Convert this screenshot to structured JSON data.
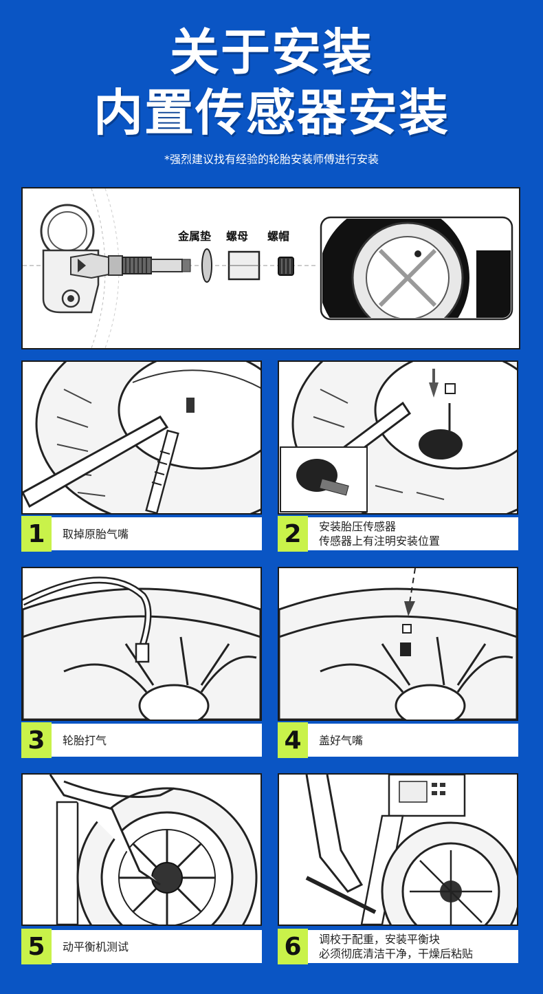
{
  "header": {
    "title_line1": "关于安装",
    "title_line2": "内置传感器安装",
    "subtitle": "*强烈建议找有经验的轮胎安装师傅进行安装"
  },
  "diagram": {
    "labels": {
      "washer": "金属垫",
      "nut": "螺母",
      "cap": "螺帽"
    }
  },
  "steps": [
    {
      "number": "1",
      "line1": "取掉原胎气嘴",
      "line2": ""
    },
    {
      "number": "2",
      "line1": "安装胎压传感器",
      "line2": "传感器上有注明安装位置"
    },
    {
      "number": "3",
      "line1": "轮胎打气",
      "line2": ""
    },
    {
      "number": "4",
      "line1": "盖好气嘴",
      "line2": ""
    },
    {
      "number": "5",
      "line1": "动平衡机测试",
      "line2": ""
    },
    {
      "number": "6",
      "line1": "调校于配重，安装平衡块",
      "line2": "必须彻底清洁干净，干燥后粘贴"
    }
  ],
  "colors": {
    "background": "#0a55c4",
    "number_badge": "#c9f24a",
    "panel": "#ffffff"
  }
}
